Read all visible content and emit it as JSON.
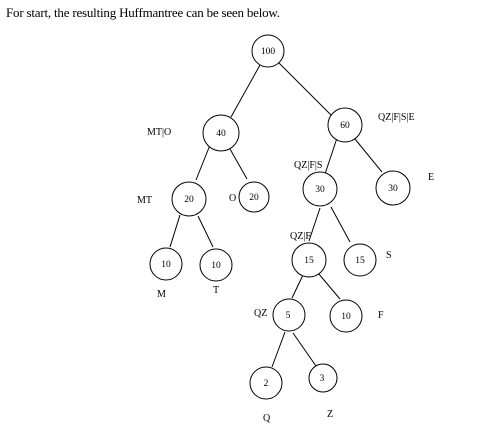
{
  "caption": "For start, the resulting Huffmantree can be seen below.",
  "tree": {
    "nodes": {
      "root": {
        "value": "100"
      },
      "n40": {
        "value": "40",
        "label": "MT|O"
      },
      "n60": {
        "value": "60",
        "label": "QZ|F|S|E"
      },
      "n20": {
        "value": "20",
        "label": "MT"
      },
      "o20": {
        "value": "20",
        "label": "O"
      },
      "n30a": {
        "value": "30",
        "label": "QZ|F|S"
      },
      "e30": {
        "value": "30",
        "label": "E"
      },
      "m10": {
        "value": "10",
        "label": "M"
      },
      "t10": {
        "value": "10",
        "label": "T"
      },
      "n15": {
        "value": "15",
        "label": "QZ|F"
      },
      "s15": {
        "value": "15",
        "label": "S"
      },
      "n5": {
        "value": "5",
        "label": "QZ"
      },
      "f10": {
        "value": "10",
        "label": "F"
      },
      "q2": {
        "value": "2",
        "label": "Q"
      },
      "z3": {
        "value": "3",
        "label": "Z"
      }
    }
  }
}
